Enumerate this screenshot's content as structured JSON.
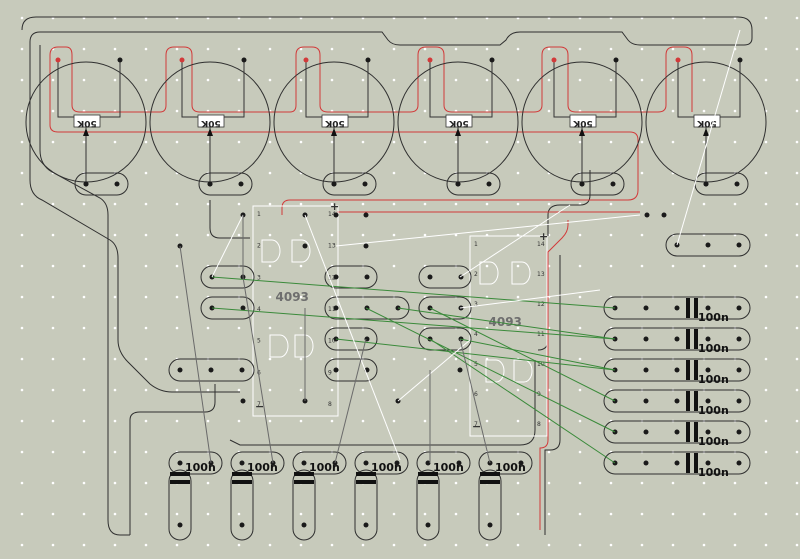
{
  "colors": {
    "background": "#c7cabb",
    "grid_dot": "#ffffff",
    "trace_outline": "#2f2f2f",
    "red_trace": "#d23a3a",
    "pad_fill": "#1a1a1a",
    "pot_circle": "#2f2f2f",
    "green_wire": "#3a8a3a",
    "white_wire": "#ffffff",
    "gray_wire": "#6a6a6a",
    "chip_outline": "#ffffff",
    "chip_label": "#6e6e6e",
    "cap_body": "#111111",
    "cap_text": "#111111",
    "pot_label": "#222222"
  },
  "potentiometers": [
    {
      "value": "50K"
    },
    {
      "value": "50K"
    },
    {
      "value": "50K"
    },
    {
      "value": "50K"
    },
    {
      "value": "50K"
    },
    {
      "value": "50K"
    }
  ],
  "chips": [
    {
      "label": "4093",
      "plus": "+",
      "minus": "−",
      "pins_left": [
        "1",
        "2",
        "3",
        "4",
        "5",
        "6",
        "7"
      ],
      "pins_right": [
        "14",
        "13",
        "12",
        "11",
        "10",
        "9",
        "8"
      ]
    },
    {
      "label": "4093",
      "plus": "+",
      "minus": "−",
      "pins_left": [
        "1",
        "2",
        "3",
        "4",
        "5",
        "6",
        "7"
      ],
      "pins_right": [
        "14",
        "13",
        "12",
        "11",
        "10",
        "9",
        "8"
      ]
    }
  ],
  "capacitors_bottom": [
    {
      "value": "100n"
    },
    {
      "value": "100n"
    },
    {
      "value": "100n"
    },
    {
      "value": "100n"
    },
    {
      "value": "100n"
    },
    {
      "value": "100n"
    }
  ],
  "capacitors_right": [
    {
      "value": "100n"
    },
    {
      "value": "100n"
    },
    {
      "value": "100n"
    },
    {
      "value": "100n"
    },
    {
      "value": "100n"
    },
    {
      "value": "100n"
    }
  ]
}
